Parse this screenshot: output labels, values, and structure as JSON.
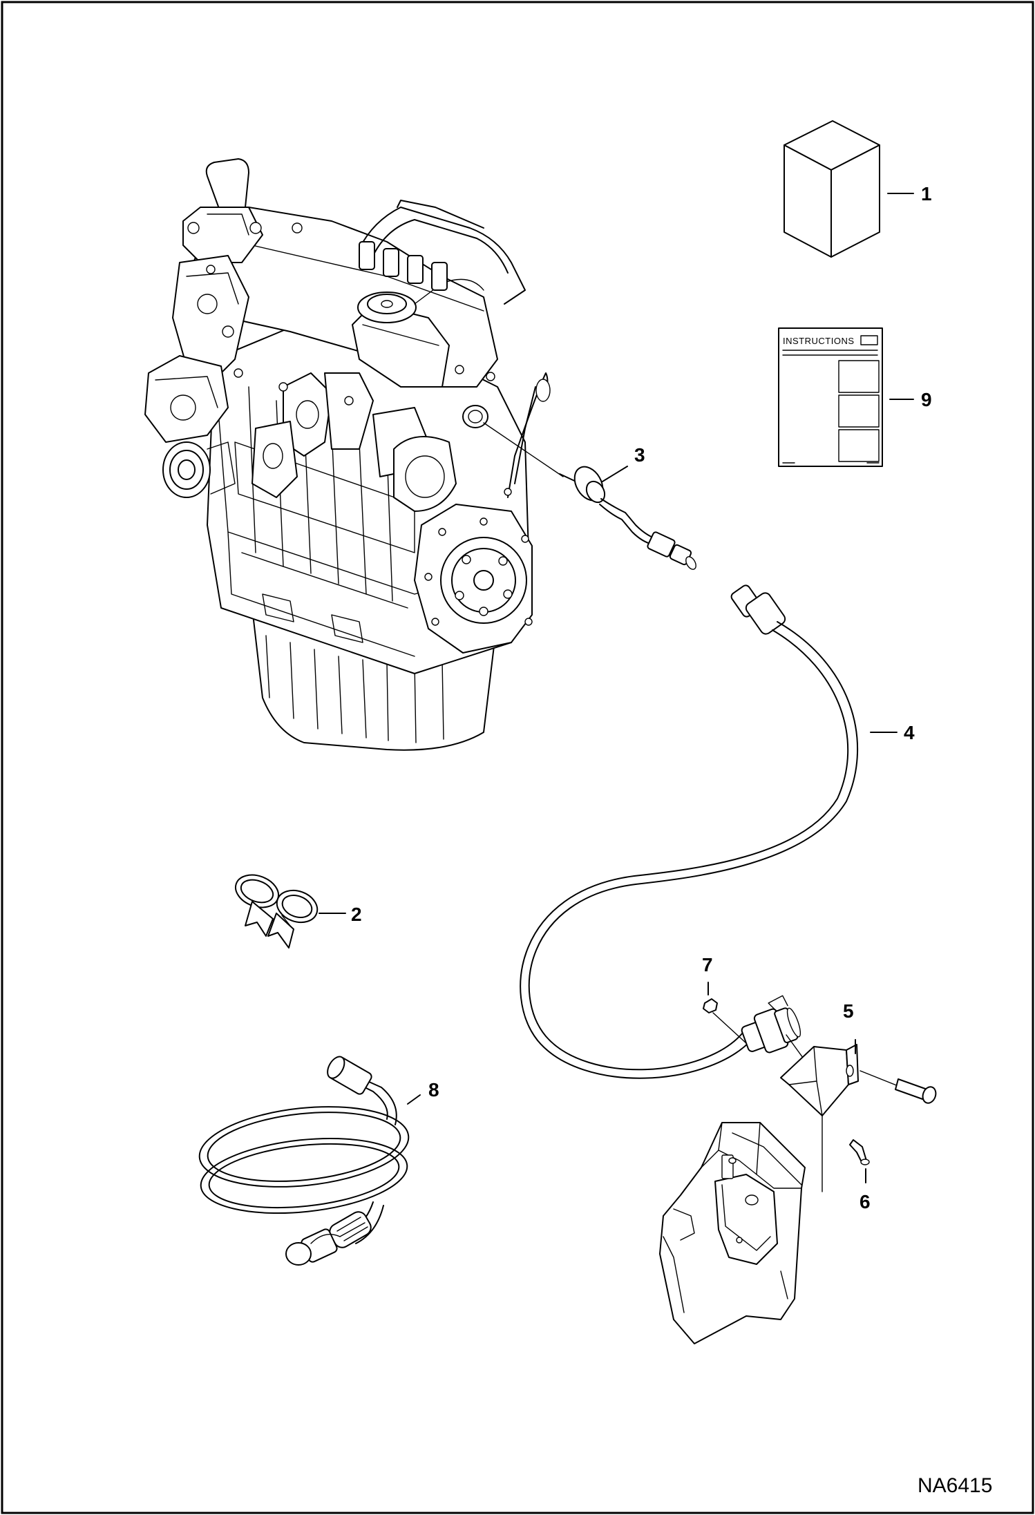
{
  "figure_id": "NA6415",
  "instruction_sheet": {
    "title": "INSTRUCTIONS"
  },
  "callouts": [
    {
      "id": "callout-1",
      "label": "1",
      "part": "box"
    },
    {
      "id": "callout-2",
      "label": "2",
      "part": "hose-clamps"
    },
    {
      "id": "callout-3",
      "label": "3",
      "part": "block-heater-element"
    },
    {
      "id": "callout-4",
      "label": "4",
      "part": "heater-cord"
    },
    {
      "id": "callout-5",
      "label": "5",
      "part": "mounting-bracket"
    },
    {
      "id": "callout-6",
      "label": "6",
      "part": "bolt"
    },
    {
      "id": "callout-7",
      "label": "7",
      "part": "nut"
    },
    {
      "id": "callout-8",
      "label": "8",
      "part": "extension-cord"
    },
    {
      "id": "callout-9",
      "label": "9",
      "part": "instructions"
    }
  ]
}
